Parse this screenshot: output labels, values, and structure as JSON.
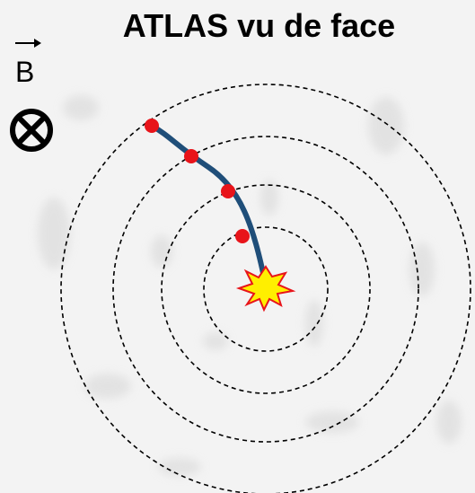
{
  "title": "ATLAS vu de face",
  "field": {
    "label": "B",
    "vector_arrow_icon": "right-arrow",
    "direction_icon": "circle-cross-into-page"
  },
  "colors": {
    "track": "#1f4e79",
    "hit": "#e8141a",
    "collision_fill": "#ffef00",
    "collision_stroke": "#e8141a",
    "detector_layers": "#000000"
  },
  "detector": {
    "layers": 4,
    "layer_style": "dashed"
  },
  "track": {
    "hits": 4
  }
}
